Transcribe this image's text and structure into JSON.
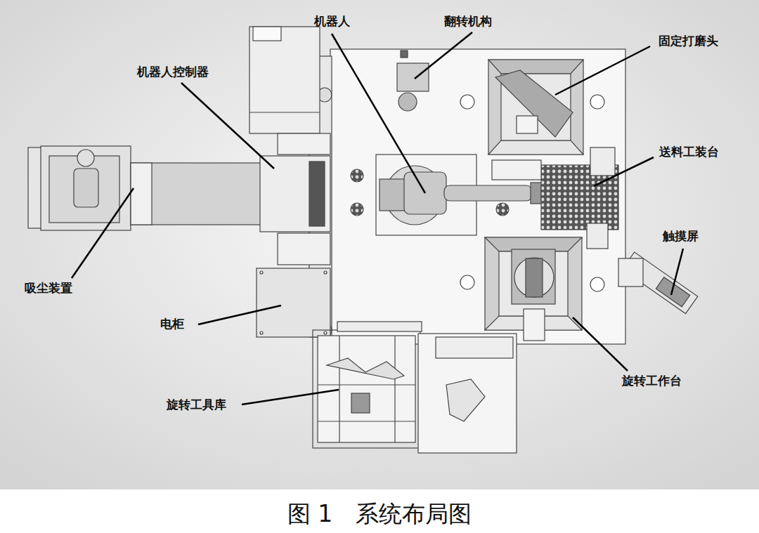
{
  "diagram": {
    "caption": "图 1　系统布局图",
    "labels": [
      "机器人",
      "翻转机构",
      "机器人控制器",
      "固定打磨头",
      "送料工装台",
      "触摸屏",
      "吸尘装置",
      "电柜",
      "旋转工作台",
      "旋转工具库"
    ]
  }
}
